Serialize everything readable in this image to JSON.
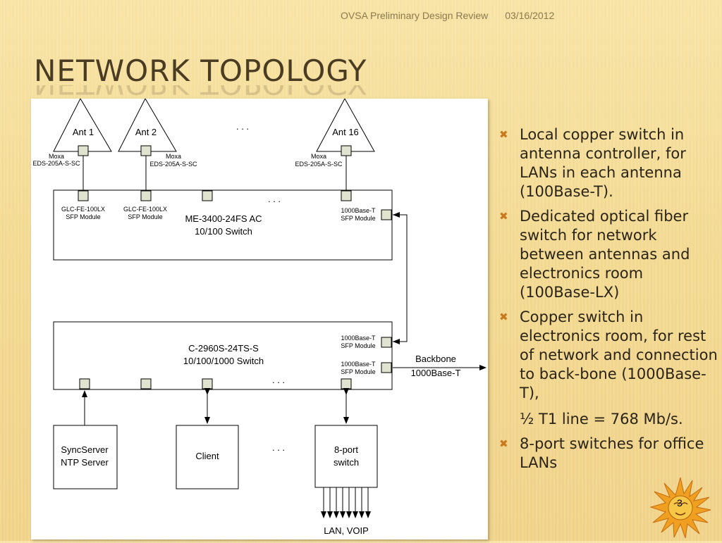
{
  "header": {
    "presentation": "OVSA Preliminary Design Review",
    "date": "03/16/2012"
  },
  "title": "NETWORK TOPOLOGY",
  "bullets": [
    {
      "text": "Local copper switch in antenna controller, for LANs in each antenna (100Base-T)."
    },
    {
      "text": "Dedicated optical fiber switch for network between antennas and electronics room (100Base-LX)"
    },
    {
      "text": "Copper switch in electronics room, for rest of network and connection to back-bone (1000Base-T),",
      "subtext": "½ T1 line = 768 Mb/s."
    },
    {
      "text": "8-port switches for office LANs"
    }
  ],
  "diagram": {
    "antennas": [
      "Ant 1",
      "Ant 2",
      "Ant 16"
    ],
    "moxa": {
      "line1": "Moxa",
      "line2": "EDS-205A-S-SC"
    },
    "ellipsis": ". . .",
    "sfp1": {
      "line1": "GLC-FE-100LX",
      "line2": "SFP Module"
    },
    "sfp2": {
      "line1": "1000Base-T",
      "line2": "SFP Module"
    },
    "switch1": {
      "line1": "ME-3400-24FS AC",
      "line2": "10/100 Switch"
    },
    "switch2": {
      "line1": "C-2960S-24TS-S",
      "line2": "10/100/1000 Switch"
    },
    "backbone": {
      "line1": "Backbone",
      "line2": "1000Base-T"
    },
    "syncserver": {
      "line1": "SyncServer",
      "line2": "NTP Server"
    },
    "client": "Client",
    "eightport": {
      "line1": "8-port",
      "line2": "switch"
    },
    "lan": "LAN, VOIP"
  },
  "page_number": "3",
  "colors": {
    "accent": "#c8791c",
    "title": "#4a3b23",
    "port_fill": "#dfe3cf"
  }
}
